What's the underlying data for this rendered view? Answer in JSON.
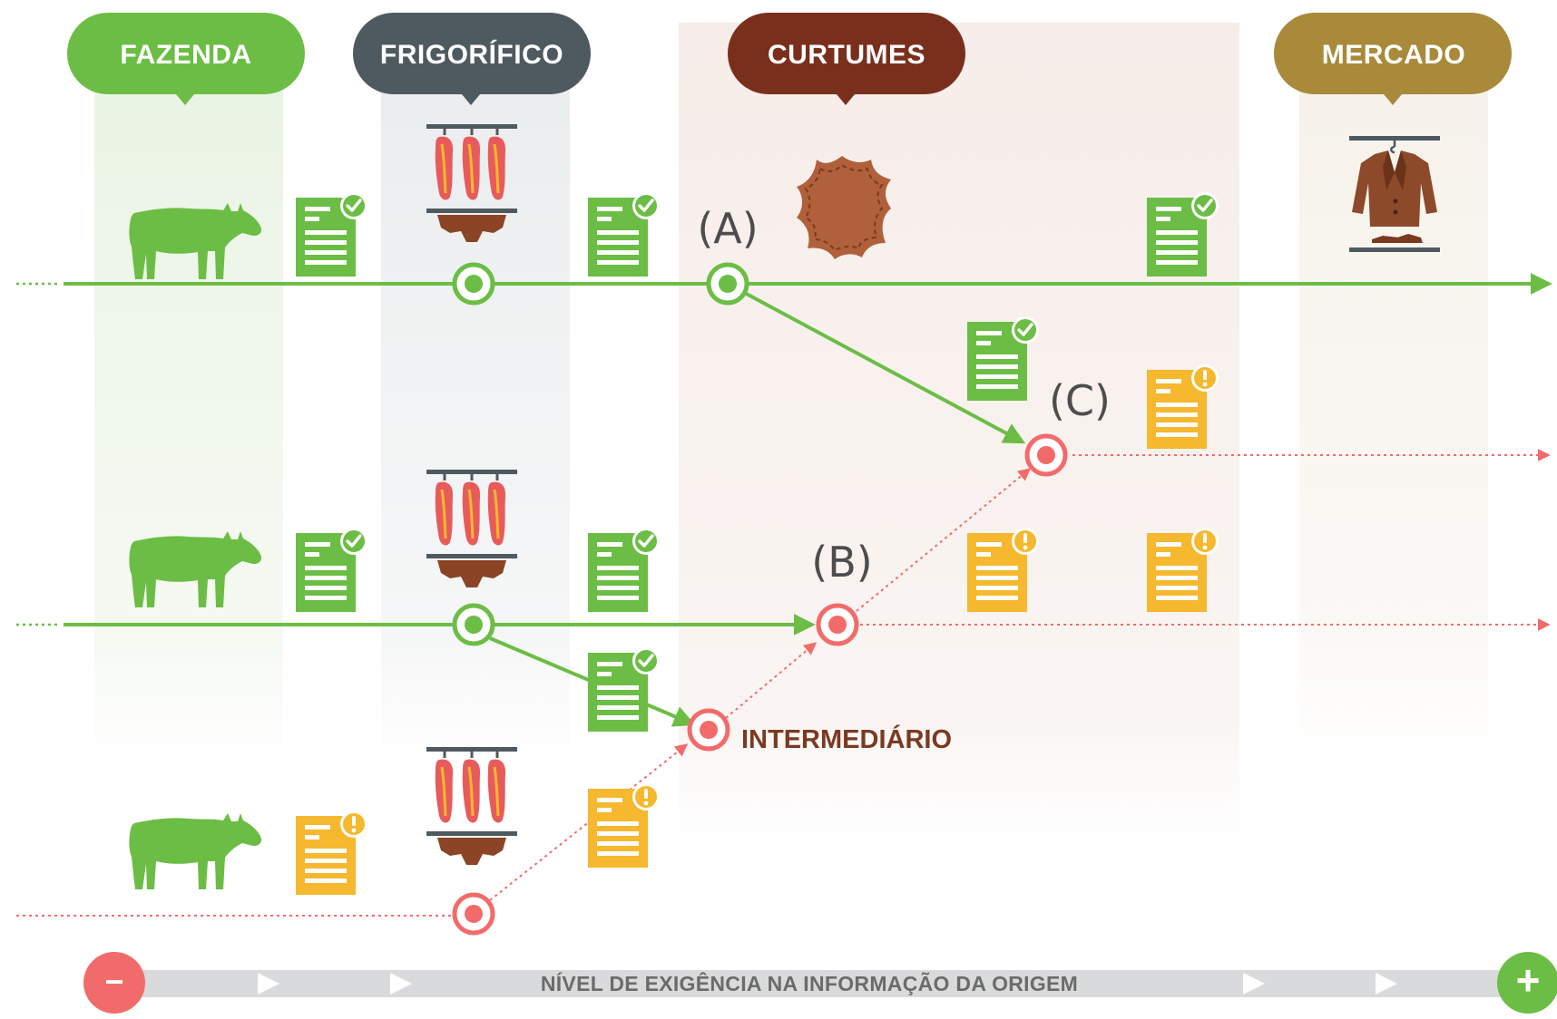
{
  "stages": {
    "fazenda": "FAZENDA",
    "frigorifico": "FRIGORÍFICO",
    "curtumes": "CURTUMES",
    "mercado": "MERCADO"
  },
  "labels": {
    "a": "(A)",
    "b": "(B)",
    "c": "(C)",
    "intermediario": "INTERMEDIÁRIO"
  },
  "scale": {
    "text": "NÍVEL DE EXIGÊNCIA NA INFORMAÇÃO DA ORIGEM",
    "min_symbol": "−",
    "max_symbol": "+"
  },
  "colors": {
    "fazenda": "#6cbd45",
    "frigorifico": "#4f5a60",
    "curtumes": "#7a2f1d",
    "mercado": "#a88a3a",
    "green": "#6cbd45",
    "red": "#f26b6b",
    "doc_ok": "#6cbd45",
    "doc_warn": "#f5b82e",
    "leather": "#b0603a",
    "jacket": "#8c4a2a",
    "meat": "#e85b5b"
  },
  "icons": {
    "animal": "cow-icon",
    "document_ok": "document-check-icon",
    "document_warn": "document-warning-icon",
    "slaughter": "hanging-meat-icon",
    "leather": "leather-hide-icon",
    "product": "jacket-icon",
    "node_ok": "green-node-icon",
    "node_warn": "red-node-icon"
  }
}
